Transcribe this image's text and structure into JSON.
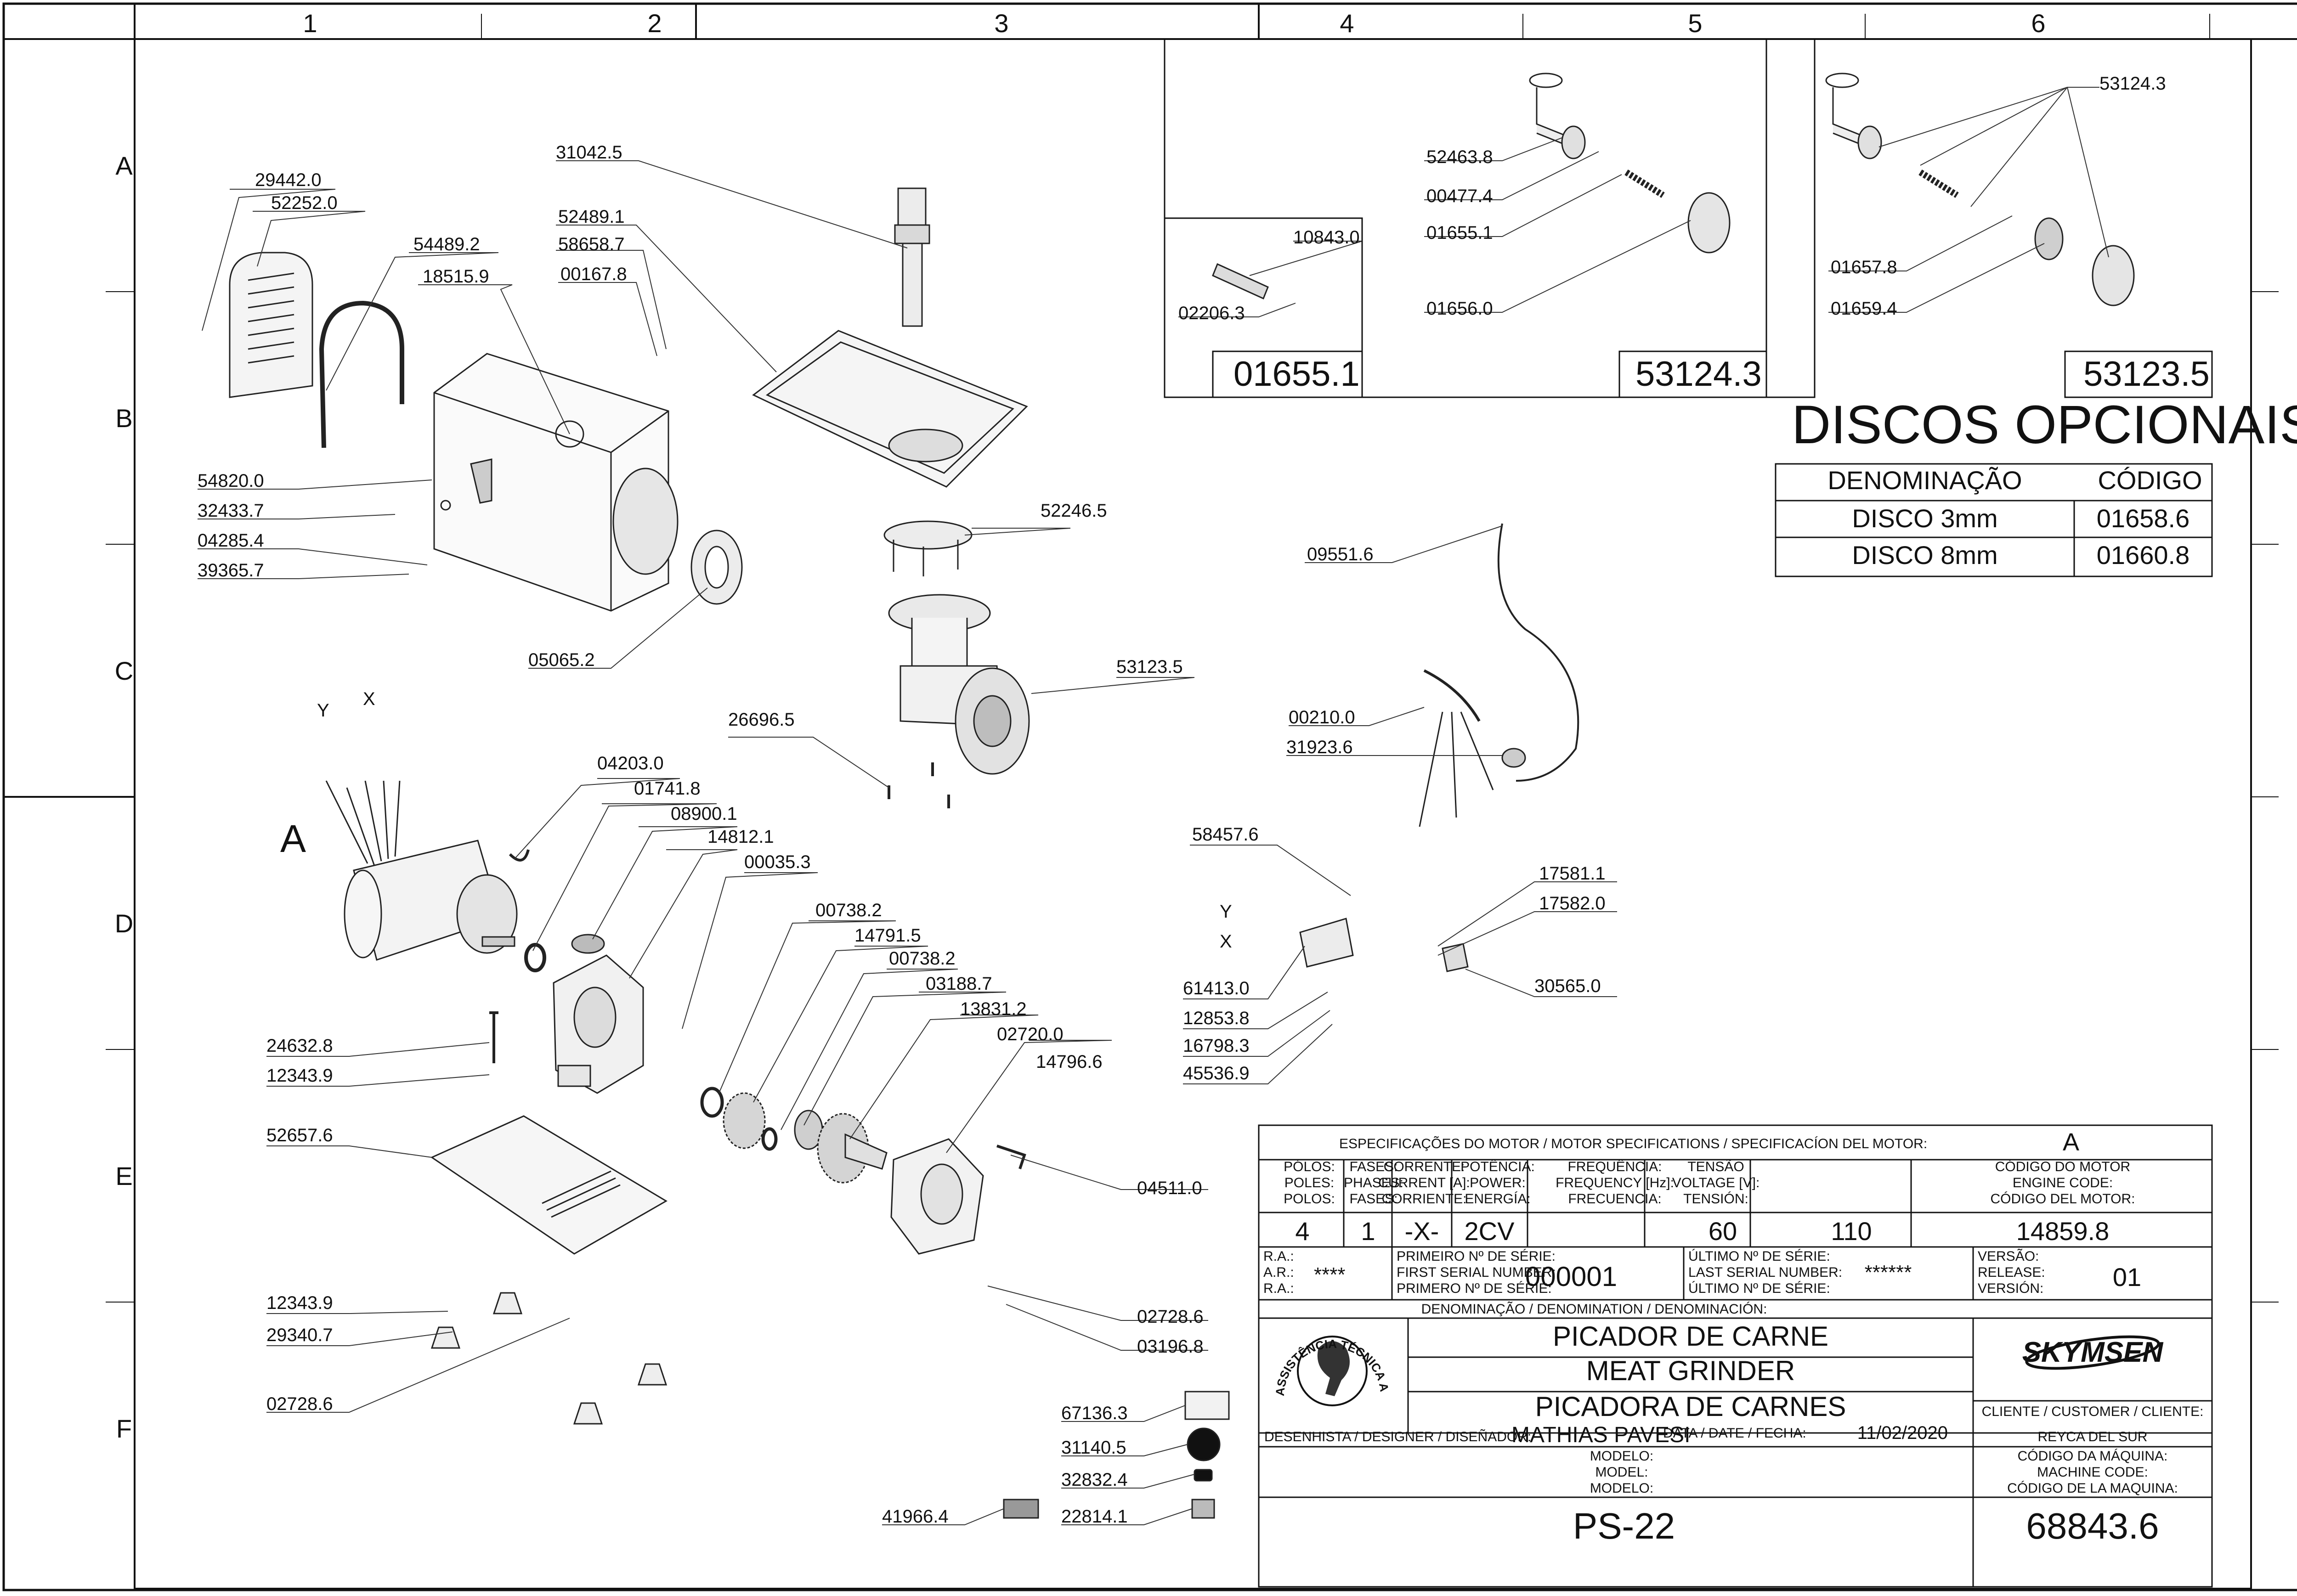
{
  "frame": {
    "columns": [
      "1",
      "2",
      "3",
      "4",
      "5",
      "6"
    ],
    "rows": [
      "A",
      "B",
      "C",
      "D",
      "E",
      "F"
    ]
  },
  "callouts": {
    "left": {
      "c1": "29442.0",
      "c2": "52252.0",
      "c3": "54489.2",
      "c4": "18515.9",
      "c5": "54820.0",
      "c6": "32433.7",
      "c7": "04285.4",
      "c8": "39365.7",
      "c9": "05065.2",
      "c10": "31042.5",
      "c11": "52489.1",
      "c12": "58658.7",
      "c13": "00167.8",
      "c14": "52246.5",
      "c15": "53123.5",
      "c16": "26696.5"
    },
    "motor": {
      "c1": "04203.0",
      "c2": "01741.8",
      "c3": "08900.1",
      "c4": "14812.1",
      "c5": "00035.3",
      "c6": "00738.2",
      "c7": "14791.5",
      "c8": "00738.2",
      "c9": "03188.7",
      "c10": "13831.2",
      "c11": "02720.0",
      "c12": "14796.6",
      "c13": "24632.8",
      "c14": "12343.9",
      "c15": "52657.6",
      "c16": "04511.0",
      "c17": "12343.9",
      "c18": "29340.7",
      "c19": "02728.6",
      "c20": "02728.6",
      "c21": "03196.8"
    },
    "electric": {
      "c1": "09551.6",
      "c2": "00210.0",
      "c3": "31923.6",
      "c4": "58457.6",
      "c5": "61413.0",
      "c6": "12853.8",
      "c7": "16798.3",
      "c8": "45536.9",
      "c9": "17581.1",
      "c10": "17582.0",
      "c11": "30565.0"
    },
    "labels": {
      "c1": "67136.3",
      "c2": "31140.5",
      "c3": "32832.4",
      "c4": "22814.1",
      "c5": "41966.4"
    },
    "axes": {
      "y1": "Y",
      "x1": "X",
      "y2": "Y",
      "x2": "X",
      "motor_ref": "A"
    }
  },
  "subassemblies": {
    "a": {
      "title": "01655.1",
      "c1": "10843.0",
      "c2": "02206.3"
    },
    "b": {
      "title": "53124.3",
      "c1": "52463.8",
      "c2": "00477.4",
      "c3": "01655.1",
      "c4": "01656.0"
    },
    "c": {
      "title": "53123.5",
      "c1": "53124.3",
      "c2": "01657.8",
      "c3": "01659.4"
    }
  },
  "discs": {
    "title": "DISCOS OPCIONAIS",
    "header_name": "DENOMINAÇÃO",
    "header_code": "CÓDIGO",
    "rows": [
      {
        "name": "DISCO 3mm",
        "code": "01658.6"
      },
      {
        "name": "DISCO 8mm",
        "code": "01660.8"
      }
    ]
  },
  "title_block": {
    "spec_header": "ESPECIFICAÇÕES DO MOTOR / MOTOR SPECIFICATIONS / SPECIFICACÍON DEL MOTOR:",
    "spec_ref": "A",
    "h_poles": [
      "PÓLOS:",
      "POLES:",
      "POLOS:"
    ],
    "h_phases": [
      "FASES:",
      "PHASES:",
      "FASES:"
    ],
    "h_current": [
      "CORRENTE:",
      "CURRENT [A]:",
      "CORRIENTE:"
    ],
    "h_power": [
      "POTÊNCIA:",
      "POWER:",
      "ENERGÍA:"
    ],
    "h_freq": [
      "FREQUÊNCIA:",
      "FREQUENCY [Hz]:",
      "FRECUENCIA:"
    ],
    "h_voltage": [
      "TENSÃO",
      "VOLTAGE [V]:",
      "TENSIÓN:"
    ],
    "h_engine": [
      "CÓDIGO DO MOTOR",
      "ENGINE CODE:",
      "CÓDIGO DEL MOTOR:"
    ],
    "v_poles": "4",
    "v_phases": "1",
    "v_current": "-X-",
    "v_power": "2CV",
    "v_freq": "60",
    "v_voltage": "110",
    "v_engine": "14859.8",
    "ra": [
      "R.A.:",
      "A.R.:",
      "R.A.:"
    ],
    "ra_value": "****",
    "first_serial": [
      "PRIMEIRO Nº DE SÉRIE:",
      "FIRST SERIAL NUMBER:",
      "PRIMERO Nº DE SÉRIE:"
    ],
    "first_serial_value": "000001",
    "last_serial": [
      "ÚLTIMO Nº DE SÉRIE:",
      "LAST SERIAL NUMBER:",
      "ÚLTIMO Nº DE SÉRIE:"
    ],
    "last_serial_value": "******",
    "version": [
      "VERSÃO:",
      "RELEASE:",
      "VERSIÓN:"
    ],
    "version_value": "01",
    "denomination_header": "DENOMINAÇÃO / DENOMINATION / DENOMINACIÓN:",
    "name_pt": "PICADOR DE CARNE",
    "name_en": "MEAT GRINDER",
    "name_es": "PICADORA DE CARNES",
    "seal_text": "ASSISTÊNCIA TÉCNICA AUTORIZADA",
    "brand": "SKYMSEN",
    "client_label": "CLIENTE / CUSTOMER / CLIENTE:",
    "client_value": "REYCA DEL SUR",
    "designer_label": "DESENHISTA / DESIGNER / DISEÑADOR:",
    "designer_value": "MATHIAS PAVESI",
    "date_label": "DATA / DATE / FECHA:",
    "date_value": "11/02/2020",
    "model_label": [
      "MODELO:",
      "MODEL:",
      "MODELO:"
    ],
    "model_value": "PS-22",
    "machine_code_label": [
      "CÓDIGO DA MÁQUINA:",
      "MACHINE CODE:",
      "CÓDIGO DE LA MAQUINA:"
    ],
    "machine_code_value": "68843.6"
  }
}
